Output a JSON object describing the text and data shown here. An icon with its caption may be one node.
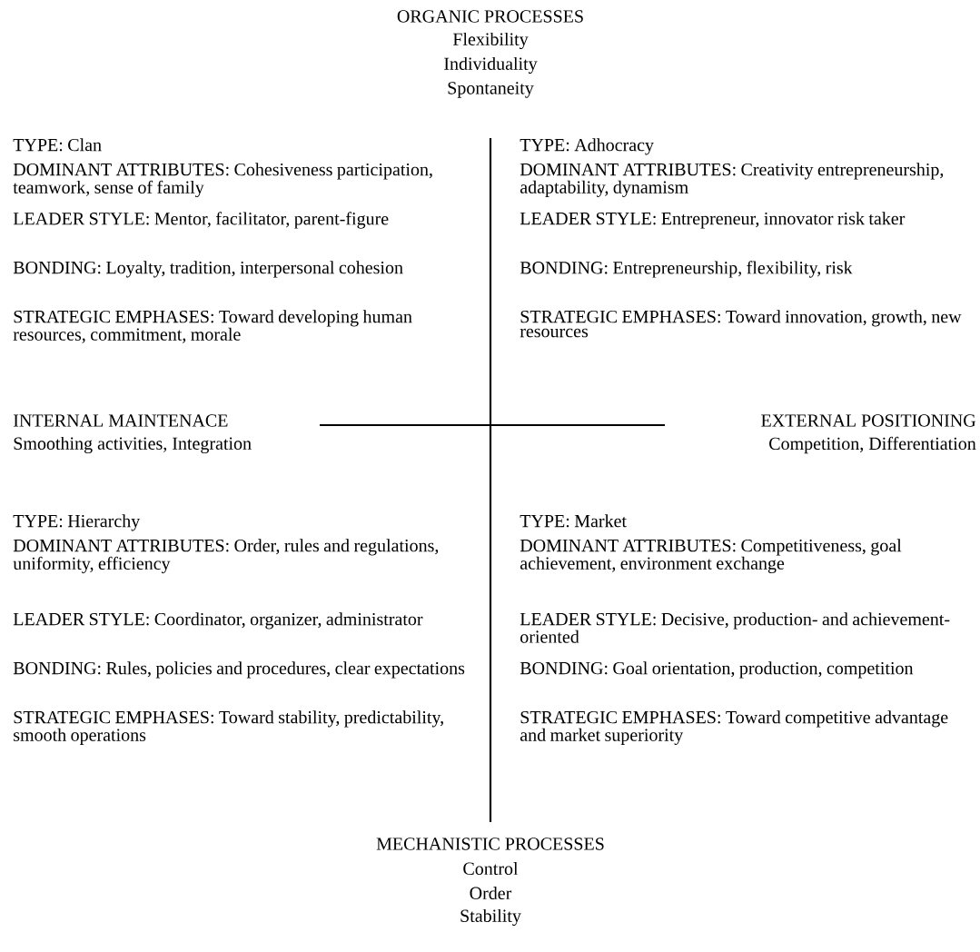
{
  "diagram": {
    "labels": [
      "ORGANIC PROCESSES",
      "Flexibility",
      "Individuality",
      "Spontaneity",
      "TYPE: Clan",
      "DOMINANT ATTRIBUTES: Cohesiveness participation, teamwork, sense of family",
      "LEADER STYLE: Mentor, facilitator, parent-figure",
      "BONDING: Loyalty, tradition, interpersonal cohesion",
      "STRATEGIC EMPHASES: Toward developing human resources, commitment, morale",
      "TYPE: Adhocracy",
      "DOMINANT ATTRIBUTES: Creativity entrepreneurship, adaptability, dynamism",
      "LEADER STYLE: Entrepreneur, innovator risk taker",
      "BONDING: Entrepreneurship, flexibility, risk",
      "STRATEGIC EMPHASES: Toward innovation, growth, new resources",
      "INTERNAL MAINTENACE",
      "Smoothing activities, Integration",
      "EXTERNAL POSITIONING",
      "Competition, Differentiation",
      "TYPE: Hierarchy",
      "DOMINANT ATTRIBUTES: Order, rules and regulations, uniformity, efficiency",
      "LEADER STYLE: Coordinator, organizer, administrator",
      "BONDING: Rules, policies and procedures, clear expectations",
      "STRATEGIC EMPHASES: Toward stability, predictability, smooth operations",
      "TYPE: Market",
      "DOMINANT ATTRIBUTES: Competitiveness, goal achievement, environment exchange",
      "LEADER STYLE: Decisive, production- and achievement-oriented",
      "BONDING: Goal orientation, production, competition",
      "STRATEGIC EMPHASES: Toward competitive advantage and market superiority",
      "MECHANISTIC PROCESSES",
      "Control",
      "Order",
      "Stability"
    ]
  }
}
